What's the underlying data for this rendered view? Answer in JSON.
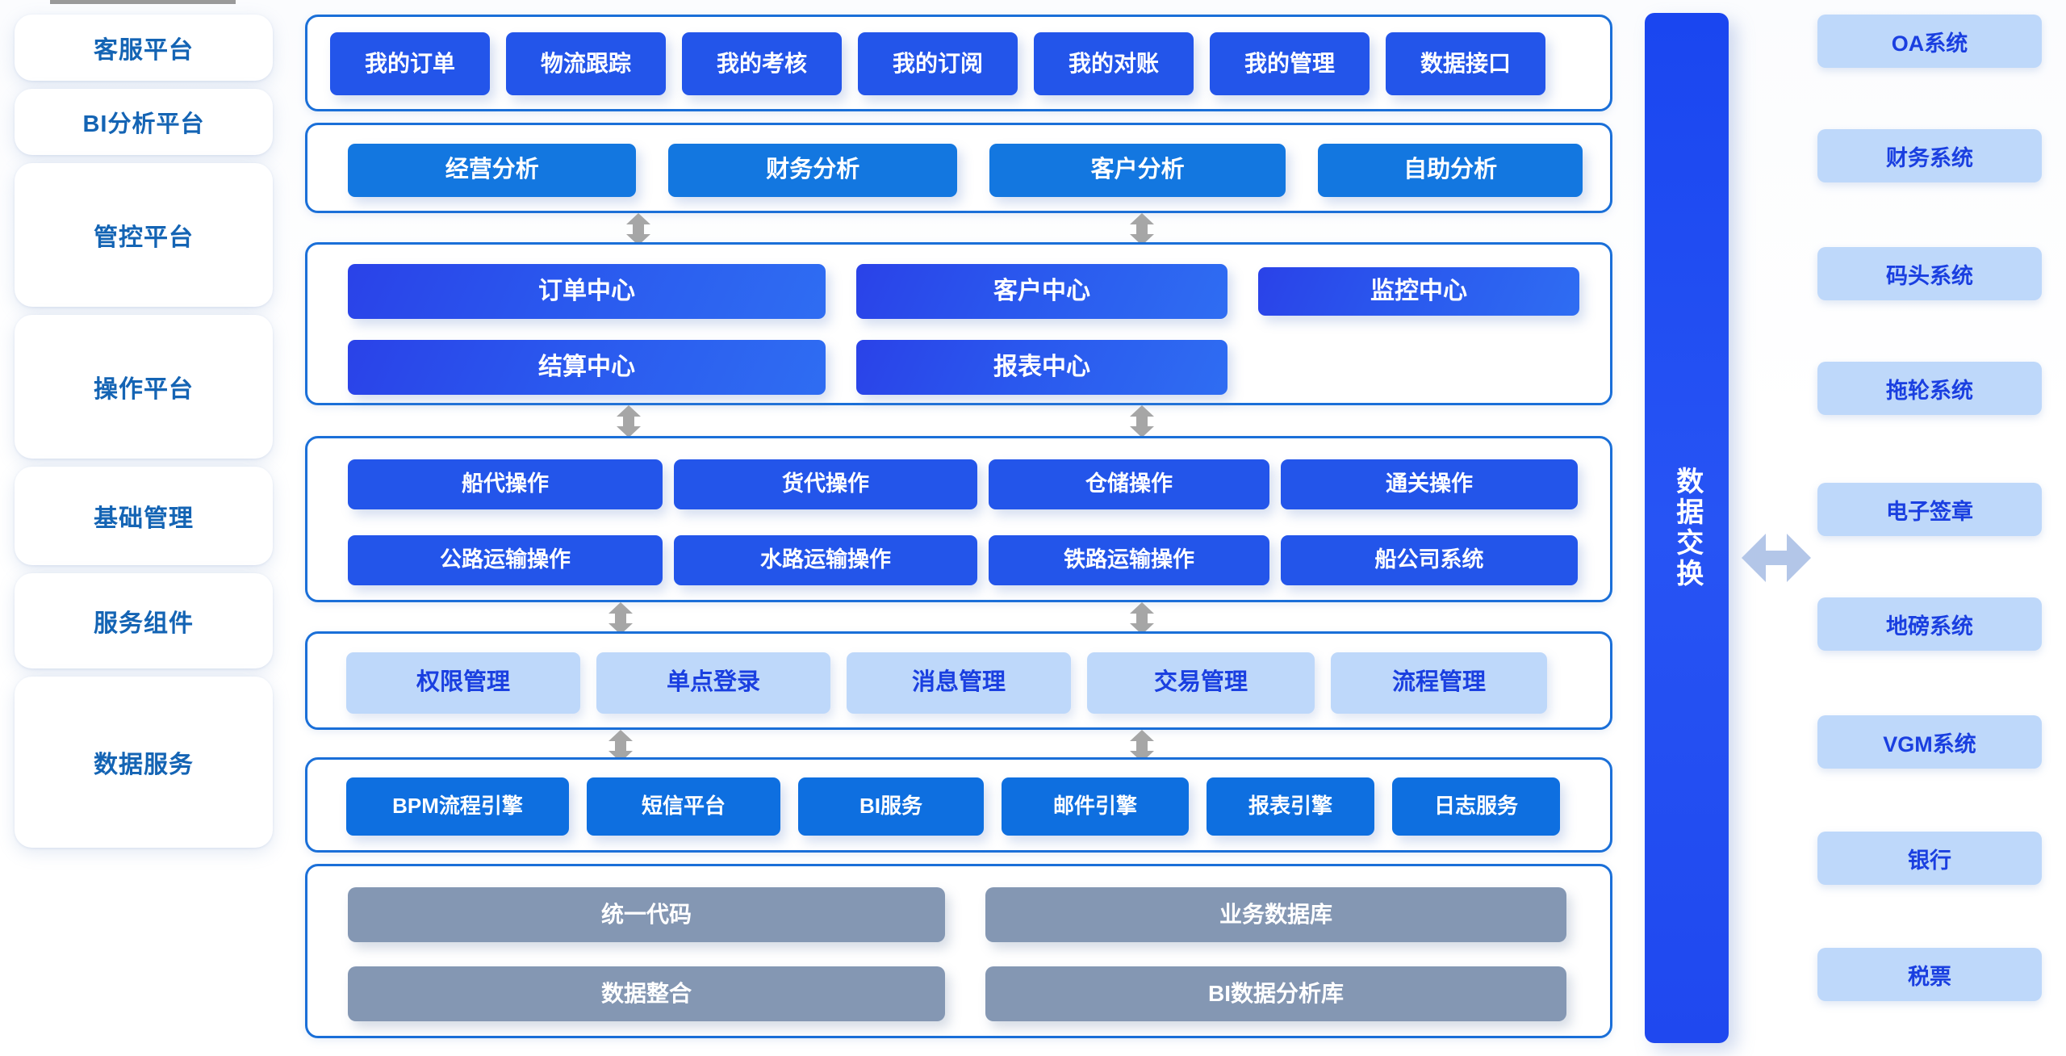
{
  "sidebar": {
    "items": [
      {
        "label": "客服平台"
      },
      {
        "label": "BI分析平台"
      },
      {
        "label": "管控平台"
      },
      {
        "label": "操作平台"
      },
      {
        "label": "基础管理"
      },
      {
        "label": "服务组件"
      },
      {
        "label": "数据服务"
      }
    ]
  },
  "layers": {
    "service_desk": {
      "name": "客服平台",
      "items": [
        "我的订单",
        "物流跟踪",
        "我的考核",
        "我的订阅",
        "我的对账",
        "我的管理",
        "数据接口"
      ]
    },
    "bi_platform": {
      "name": "BI分析平台",
      "items": [
        "经营分析",
        "财务分析",
        "客户分析",
        "自助分析"
      ]
    },
    "control_platform": {
      "name": "管控平台",
      "row1": [
        "订单中心",
        "客户中心",
        "监控中心"
      ],
      "row2": [
        "结算中心",
        "报表中心"
      ]
    },
    "operation_platform": {
      "name": "操作平台",
      "row1": [
        "船代操作",
        "货代操作",
        "仓储操作",
        "通关操作"
      ],
      "row2": [
        "公路运输操作",
        "水路运输操作",
        "铁路运输操作",
        "船公司系统"
      ]
    },
    "basic_management": {
      "name": "基础管理",
      "items": [
        "权限管理",
        "单点登录",
        "消息管理",
        "交易管理",
        "流程管理"
      ]
    },
    "service_components": {
      "name": "服务组件",
      "items": [
        "BPM流程引擎",
        "短信平台",
        "BI服务",
        "邮件引擎",
        "报表引擎",
        "日志服务"
      ]
    },
    "data_services": {
      "name": "数据服务",
      "row1": [
        "统一代码",
        "业务数据库"
      ],
      "row2": [
        "数据整合",
        "BI数据分析库"
      ]
    }
  },
  "data_exchange": {
    "label": "数据交换"
  },
  "external_systems": {
    "items": [
      "OA系统",
      "财务系统",
      "码头系统",
      "拖轮系统",
      "电子签章",
      "地磅系统",
      "VGM系统",
      "银行",
      "税票"
    ]
  },
  "colors": {
    "panel_border": "#1a6fd8",
    "royal_blue": "#2355ea",
    "azure_blue": "#1377e0",
    "light_blue": "#bed8fa",
    "gray_box": "#8497b3",
    "label_text": "#1464b4",
    "arrow_gray": "#a6a6a6",
    "arrow_blue": "#b3c6e8",
    "exchange_blue": "#1f48ef"
  }
}
